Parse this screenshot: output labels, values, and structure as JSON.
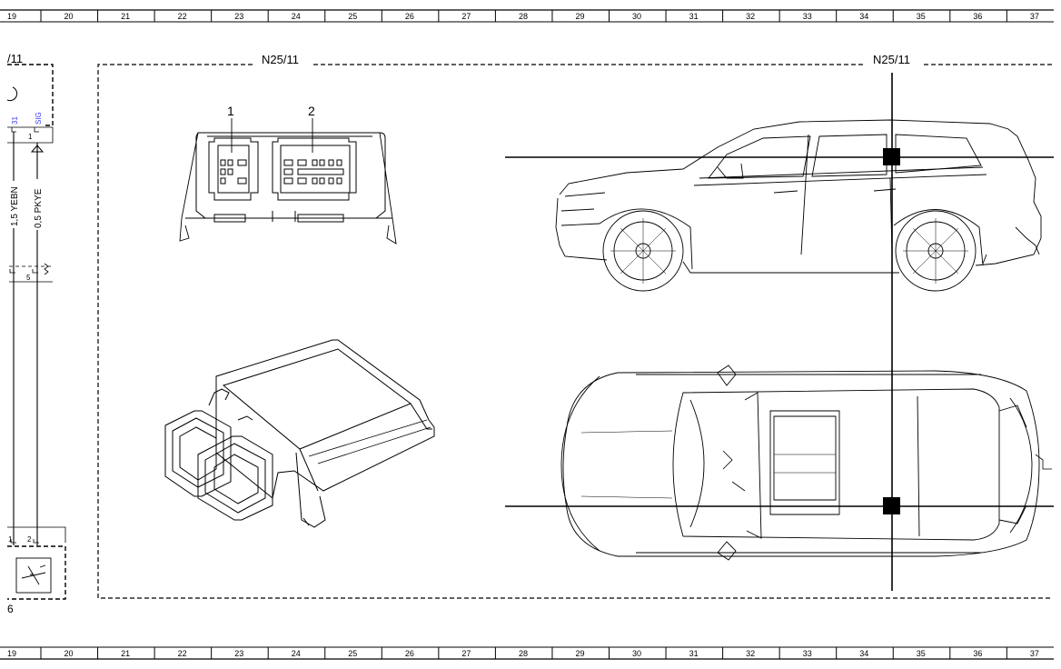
{
  "ruler": {
    "columns": [
      "19",
      "20",
      "21",
      "22",
      "23",
      "24",
      "25",
      "26",
      "27",
      "28",
      "29",
      "30",
      "31",
      "32",
      "33",
      "34",
      "35",
      "36",
      "37"
    ]
  },
  "left_block": {
    "title_partial": "/11",
    "pin_31": "31",
    "pin_sig": "SIG",
    "pin_1": "1",
    "wire_1": "1,5 YEBN",
    "wire_2": "0,5 PKYE",
    "pin_5": "5",
    "pin_2": "2",
    "pin_1b": "1",
    "bottom_partial": "6"
  },
  "component": {
    "label_left": "N25/11",
    "label_right": "N25/11",
    "connector_pin_1": "1",
    "connector_pin_2": "2"
  },
  "colors": {
    "line": "#000000",
    "pin_label_blue": "#3a3aff",
    "background": "#ffffff"
  }
}
